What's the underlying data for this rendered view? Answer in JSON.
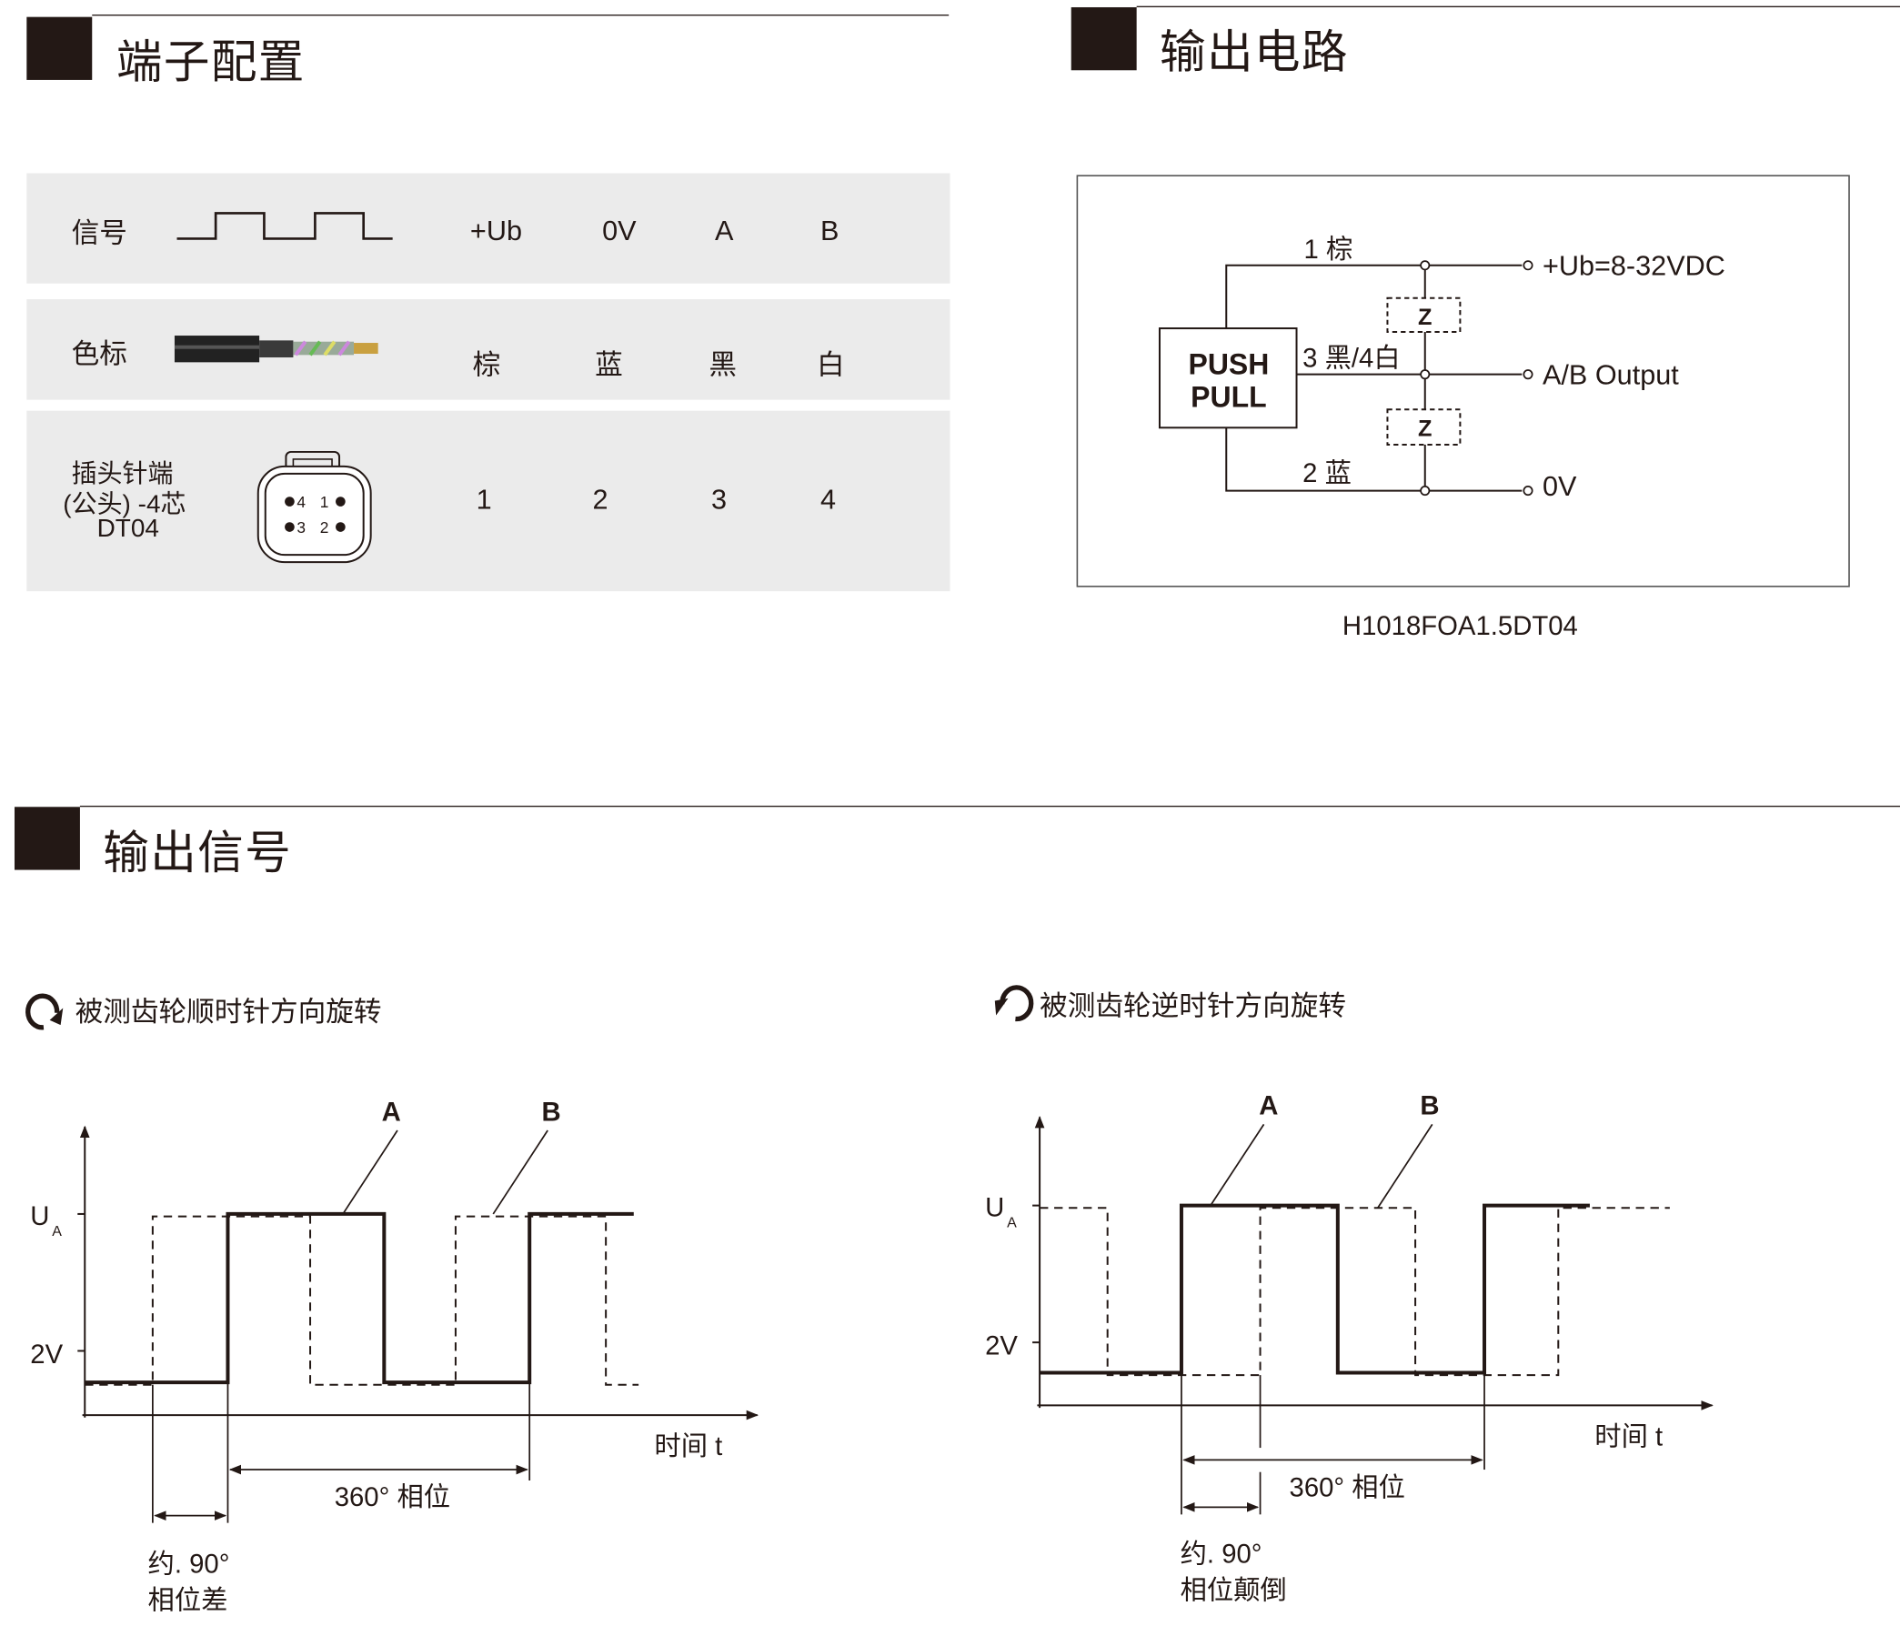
{
  "sections": {
    "terminal": "端子配置",
    "circuit": "输出电路",
    "signal": "输出信号"
  },
  "terminal_table": {
    "rows": [
      {
        "label": "信号",
        "values": [
          "+Ub",
          "0V",
          "A",
          "B"
        ]
      },
      {
        "label": "色标",
        "values": [
          "棕",
          "蓝",
          "黑",
          "白"
        ]
      },
      {
        "label_lines": [
          "插头针端",
          "(公头) -4芯",
          "DT04"
        ],
        "values": [
          "1",
          "2",
          "3",
          "4"
        ]
      }
    ],
    "connector_pins": [
      "4",
      "1",
      "3",
      "2"
    ]
  },
  "circuit": {
    "block_lines": [
      "PUSH",
      "PULL"
    ],
    "wire_top": "1 棕",
    "wire_mid": "3 黑/4白",
    "wire_bottom": "2 蓝",
    "out_top": "+Ub=8-32VDC",
    "out_mid": "A/B Output",
    "out_bottom": "0V",
    "z_label": "Z",
    "model": "H1018FOA1.5DT04"
  },
  "signals": {
    "left": {
      "title": "被测齿轮顺时针方向旋转",
      "y_high": "U",
      "y_high_sub": "A",
      "y_low": "2V",
      "x_label": "时间 t",
      "series_a": "A",
      "series_b": "B",
      "phase_label": "360° 相位",
      "shift_line1": "约. 90°",
      "shift_line2": "相位差"
    },
    "right": {
      "title": "被测齿轮逆时针方向旋转",
      "y_high": "U",
      "y_high_sub": "A",
      "y_low": "2V",
      "x_label": "时间 t",
      "series_a": "A",
      "series_b": "B",
      "phase_label": "360° 相位",
      "shift_line1": "约. 90°",
      "shift_line2": "相位颠倒"
    }
  }
}
